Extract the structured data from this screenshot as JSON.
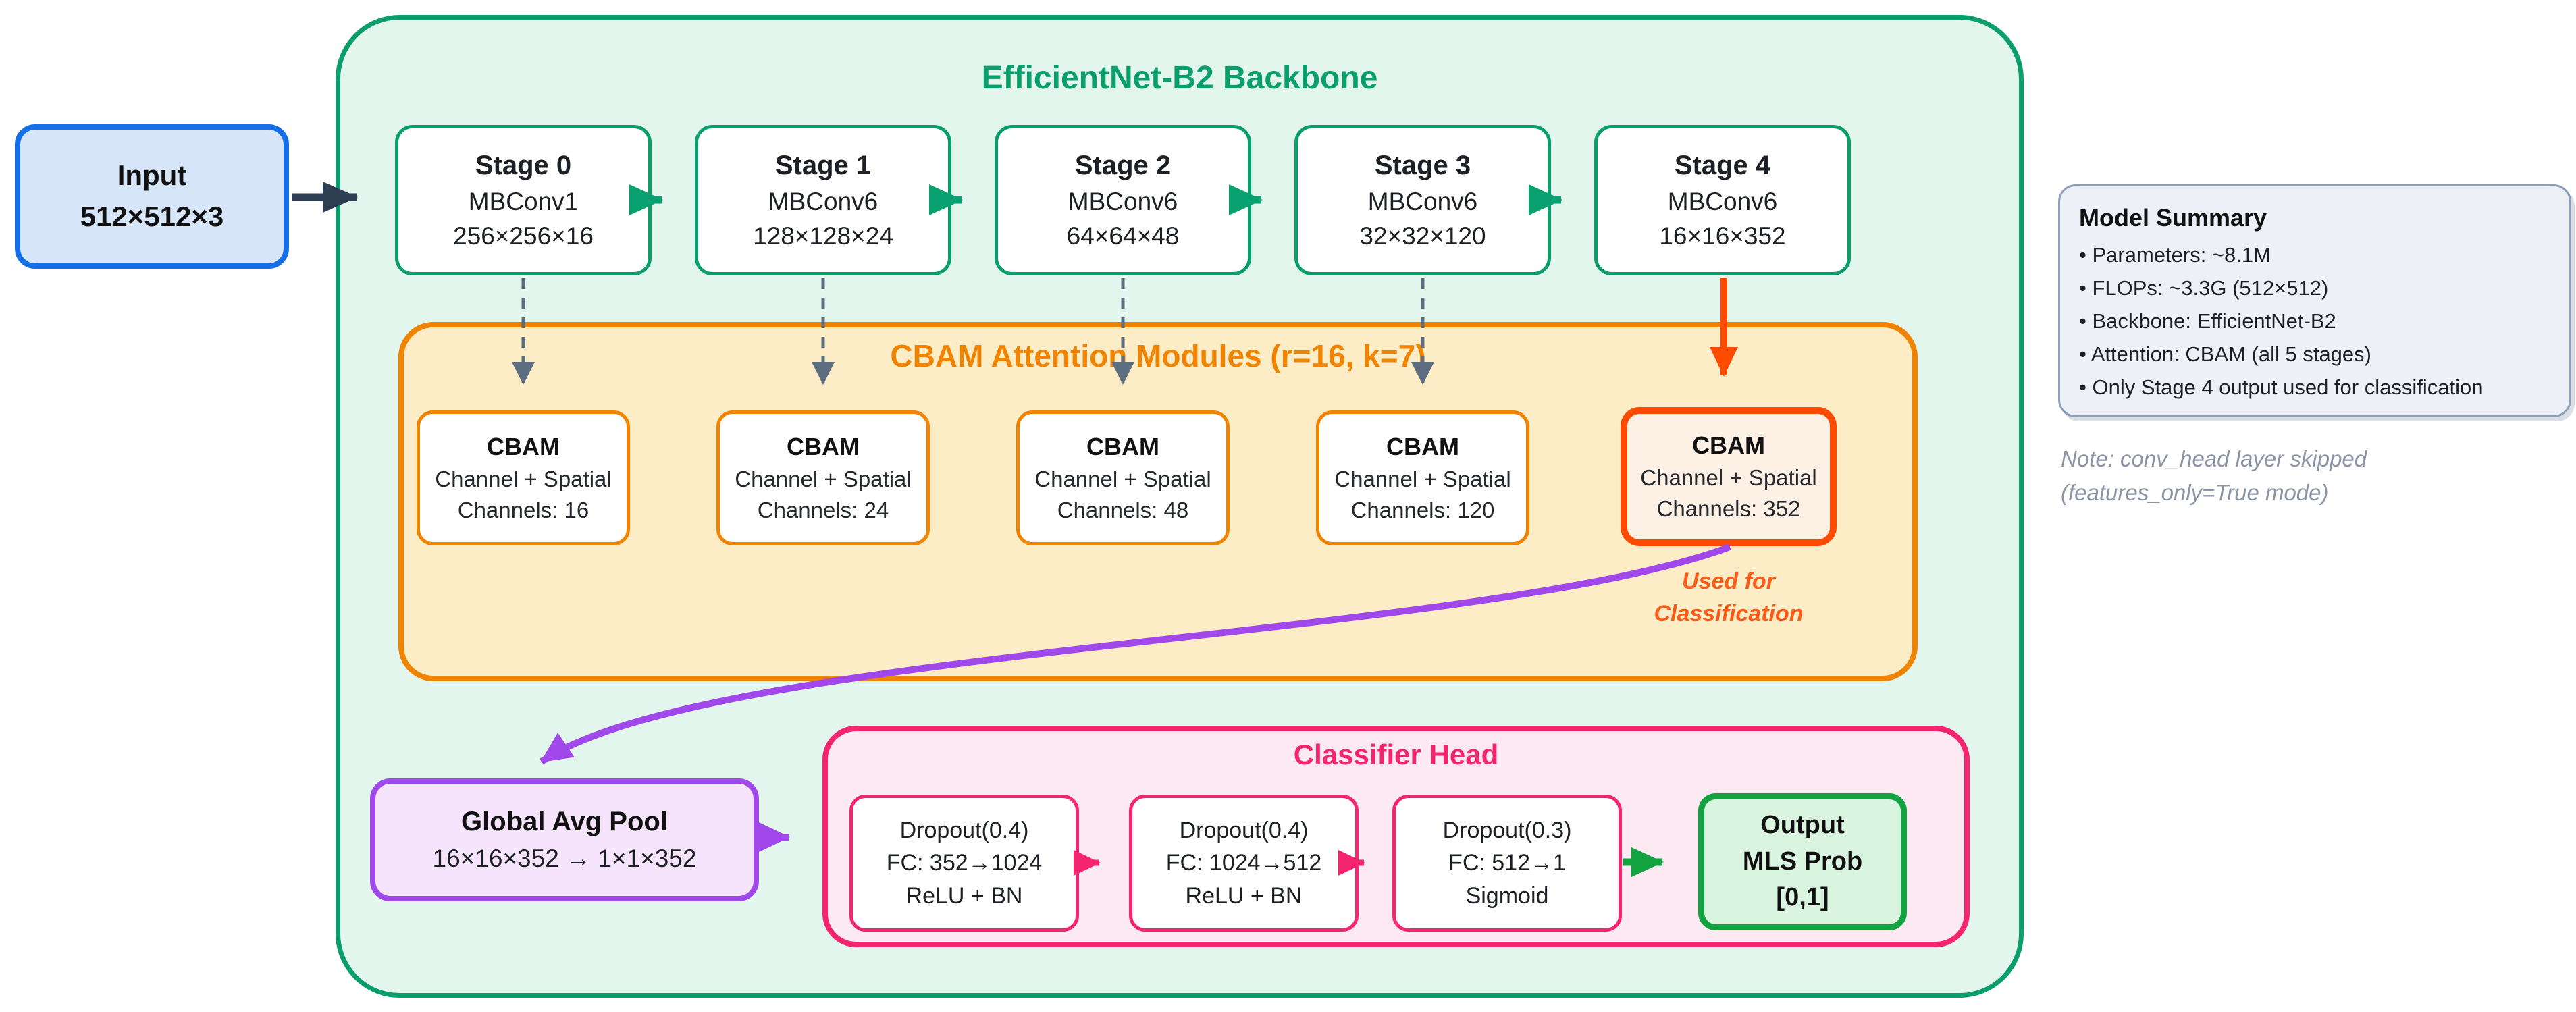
{
  "input": {
    "title": "Input",
    "shape": "512×512×3"
  },
  "backbone": {
    "title": "EfficientNet-B2 Backbone",
    "stages": [
      {
        "name": "Stage 0",
        "block": "MBConv1",
        "shape": "256×256×16"
      },
      {
        "name": "Stage 1",
        "block": "MBConv6",
        "shape": "128×128×24"
      },
      {
        "name": "Stage 2",
        "block": "MBConv6",
        "shape": "64×64×48"
      },
      {
        "name": "Stage 3",
        "block": "MBConv6",
        "shape": "32×32×120"
      },
      {
        "name": "Stage 4",
        "block": "MBConv6",
        "shape": "16×16×352"
      }
    ]
  },
  "cbam": {
    "title": "CBAM Attention Modules (r=16, k=7)",
    "modules": [
      {
        "name": "CBAM",
        "type": "Channel + Spatial",
        "channels": "Channels: 16"
      },
      {
        "name": "CBAM",
        "type": "Channel + Spatial",
        "channels": "Channels: 24"
      },
      {
        "name": "CBAM",
        "type": "Channel + Spatial",
        "channels": "Channels: 48"
      },
      {
        "name": "CBAM",
        "type": "Channel + Spatial",
        "channels": "Channels: 120"
      },
      {
        "name": "CBAM",
        "type": "Channel + Spatial",
        "channels": "Channels: 352"
      }
    ],
    "used_for_line1": "Used for",
    "used_for_line2": "Classification"
  },
  "gap": {
    "title": "Global Avg Pool",
    "shape": "16×16×352 → 1×1×352"
  },
  "classifier": {
    "title": "Classifier Head",
    "layers": [
      {
        "l1": "Dropout(0.4)",
        "l2": "FC: 352→1024",
        "l3": "ReLU + BN"
      },
      {
        "l1": "Dropout(0.4)",
        "l2": "FC: 1024→512",
        "l3": "ReLU + BN"
      },
      {
        "l1": "Dropout(0.3)",
        "l2": "FC: 512→1",
        "l3": "Sigmoid"
      }
    ]
  },
  "output": {
    "l1": "Output",
    "l2": "MLS Prob",
    "l3": "[0,1]"
  },
  "summary": {
    "title": "Model Summary",
    "items": [
      "• Parameters: ~8.1M",
      "• FLOPs: ~3.3G (512×512)",
      "• Backbone: EfficientNet-B2",
      "• Attention: CBAM (all 5 stages)",
      "• Only Stage 4 output used for classification"
    ]
  },
  "note": {
    "line1": "Note: conv_head layer skipped",
    "line2": "(features_only=True mode)"
  },
  "colors": {
    "backbone_green": "#0a9e6d",
    "stage_arrow_green": "#0aa171",
    "input_blue": "#156fe8",
    "dark_arrow": "#2e3e52",
    "cbam_orange": "#f08300",
    "highlight_orangered": "#ff4b00",
    "used_for_orange": "#fb5a17",
    "purple": "#a148ea",
    "pink": "#f5246e",
    "output_green": "#12a23f",
    "dashed_slate": "#5d6e80",
    "summary_border": "#8ba0b8"
  }
}
